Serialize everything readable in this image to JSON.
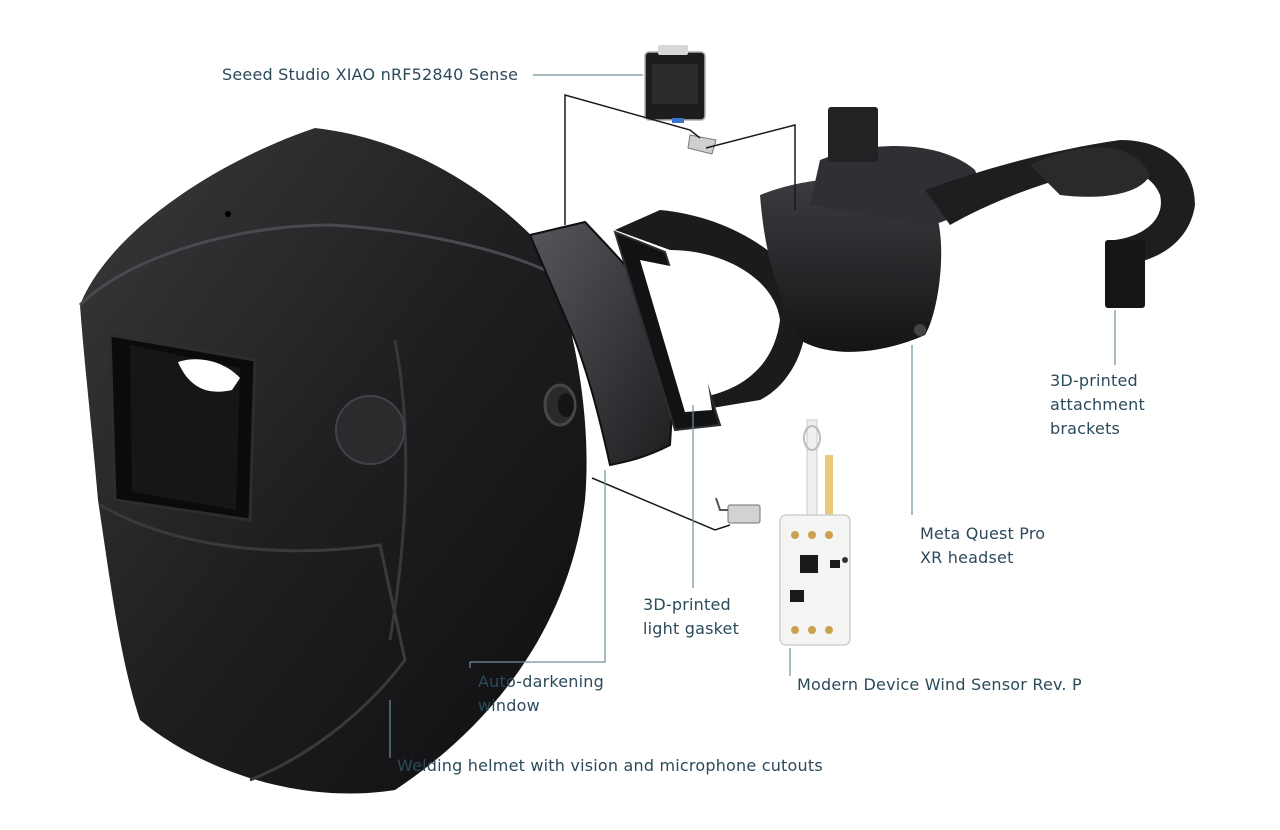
{
  "labels": {
    "xiao": {
      "lines": [
        "Seeed Studio XIAO nRF52840 Sense"
      ]
    },
    "brackets": {
      "lines": [
        "3D-printed",
        "attachment",
        "brackets"
      ]
    },
    "headset": {
      "lines": [
        "Meta Quest Pro",
        "XR headset"
      ]
    },
    "gasket": {
      "lines": [
        "3D-printed",
        "light gasket"
      ]
    },
    "window": {
      "lines": [
        "Auto-darkening",
        "window"
      ]
    },
    "wind_sensor": {
      "lines": [
        "Modern Device Wind Sensor Rev. P"
      ]
    },
    "helmet": {
      "lines": [
        "Welding helmet with vision and microphone cutouts"
      ]
    }
  },
  "colors": {
    "label_text": "#2c4a5a",
    "leader_line": "#6f8f9c",
    "wire": "#1a1a1a",
    "helmet": "#1c1c1e",
    "pcb": "#f4f4f2"
  }
}
